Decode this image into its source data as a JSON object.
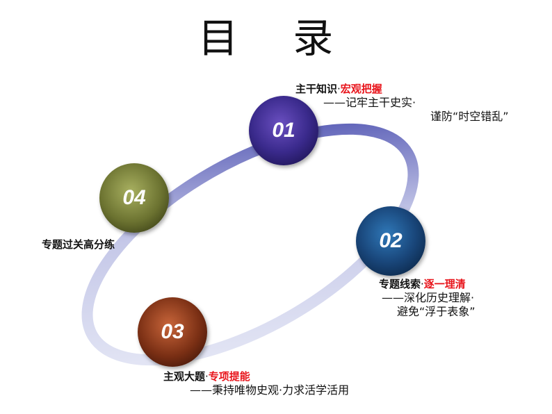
{
  "title": "目 录",
  "items": [
    {
      "number": "01",
      "heading": "主干知识",
      "sep": "·",
      "highlight": "宏观把握",
      "line1": "——记牢主干史实·",
      "line2": "谨防“时空错乱”"
    },
    {
      "number": "02",
      "heading": "专题线索",
      "sep": "·",
      "highlight": "逐一理清",
      "line1": "——深化历史理解·",
      "line2": "避免“浮于表象”"
    },
    {
      "number": "03",
      "heading": "主观大题",
      "sep": "·",
      "highlight": "专项提能",
      "line1": "——秉持唯物史观·力求活学活用"
    },
    {
      "number": "04",
      "heading": "专题过关高分练"
    }
  ],
  "colors": {
    "accent": "#e8141b",
    "ring_light": "#e4e6f4",
    "ring_dark": "#3b3fa8"
  }
}
